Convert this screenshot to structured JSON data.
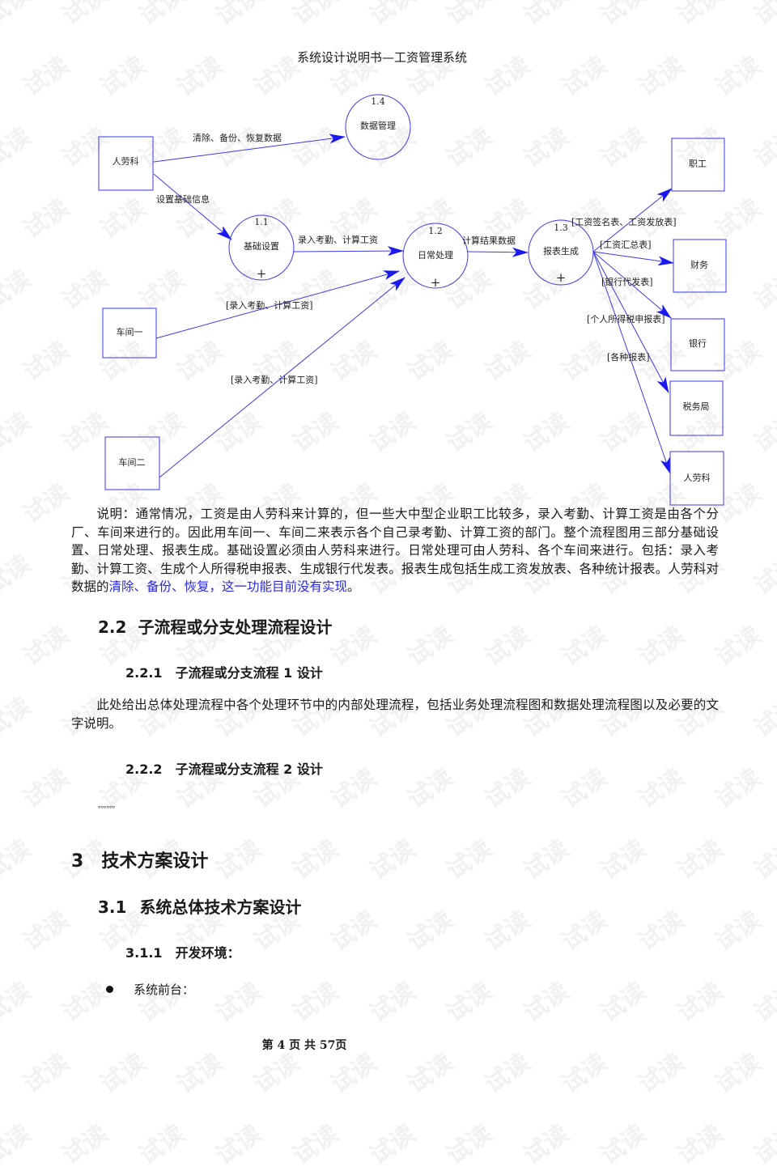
{
  "document": {
    "header_title": "系统设计说明书—工资管理系统",
    "watermark_text": "试读",
    "footer": {
      "prefix": "第",
      "page": "4",
      "middle": "页 共",
      "total": "57",
      "suffix": "页"
    }
  },
  "diagram": {
    "accent_color": "#2b2bf0",
    "processes": [
      {
        "id": "1.4",
        "label": "数据管理",
        "has_plus": false
      },
      {
        "id": "1.1",
        "label": "基础设置",
        "has_plus": true,
        "plus": "+"
      },
      {
        "id": "1.2",
        "label": "日常处理",
        "has_plus": true,
        "plus": "+"
      },
      {
        "id": "1.3",
        "label": "报表生成",
        "has_plus": true,
        "plus": "+"
      }
    ],
    "entities": [
      {
        "name": "人劳科"
      },
      {
        "name": "车间一"
      },
      {
        "name": "车间二"
      },
      {
        "name": "职工"
      },
      {
        "name": "财务"
      },
      {
        "name": "银行"
      },
      {
        "name": "税务局"
      },
      {
        "name": "人劳科"
      }
    ],
    "flows": [
      {
        "from": "人劳科",
        "to": "1.4",
        "label": "清除、备份、恢复数据"
      },
      {
        "from": "人劳科",
        "to": "1.1",
        "label": "设置基础信息"
      },
      {
        "from": "1.1",
        "to": "1.2",
        "label": "录入考勤、计算工资"
      },
      {
        "from": "车间一",
        "to": "1.2",
        "label": "[录入考勤、计算工资]"
      },
      {
        "from": "车间二",
        "to": "1.2",
        "label": "[录入考勤、计算工资]"
      },
      {
        "from": "1.2",
        "to": "1.3",
        "label": "计算结果数据"
      },
      {
        "from": "1.3",
        "to": "职工",
        "label": "[工资签名表、工资发放表]"
      },
      {
        "from": "1.3",
        "to": "财务",
        "label": "[工资汇总表]"
      },
      {
        "from": "1.3",
        "to": "银行",
        "label": "[银行代发表]"
      },
      {
        "from": "1.3",
        "to": "税务局",
        "label": "[个人所得税申报表]"
      },
      {
        "from": "1.3",
        "to": "人劳科",
        "label": "[各种报表]"
      }
    ]
  },
  "body": {
    "description": {
      "text": "说明：通常情况，工资是由人劳科来计算的，但一些大中型企业职工比较多，录入考勤、计算工资是由各个分厂、车间来进行的。因此用车间一、车间二来表示各个自己录考勤、计算工资的部门。整个流程图用三部分基础设置、日常处理、报表生成。基础设置必须由人劳科来进行。日常处理可由人劳科、各个车间来进行。包括：录入考勤、计算工资、生成个人所得税申报表、生成银行代发表。报表生成包括生成工资发放表、各种统计报表。人劳科对数据的",
      "highlight": "清除、备份、恢复，这一功能目前没有实现",
      "end": "。"
    },
    "section_2_2": {
      "num": "2.2",
      "title": "子流程或分支处理流程设计"
    },
    "section_2_2_1": {
      "num": "2.2.1",
      "title": "子流程或分支流程 1 设计"
    },
    "section_2_2_1_text": "此处给出总体处理流程中各个处理环节中的内部处理流程，包括业务处理流程图和数据处理流程图以及必要的文字说明。",
    "section_2_2_2": {
      "num": "2.2.2",
      "title": "子流程或分支流程 2 设计"
    },
    "section_2_2_2_text": "。。。。。。",
    "section_3": {
      "num": "3",
      "title": "技术方案设计"
    },
    "section_3_1": {
      "num": "3.1",
      "title": "系统总体技术方案设计"
    },
    "section_3_1_1": {
      "num": "3.1.1",
      "title": "开发环境："
    },
    "bullets": [
      {
        "text": "系统前台："
      }
    ]
  }
}
